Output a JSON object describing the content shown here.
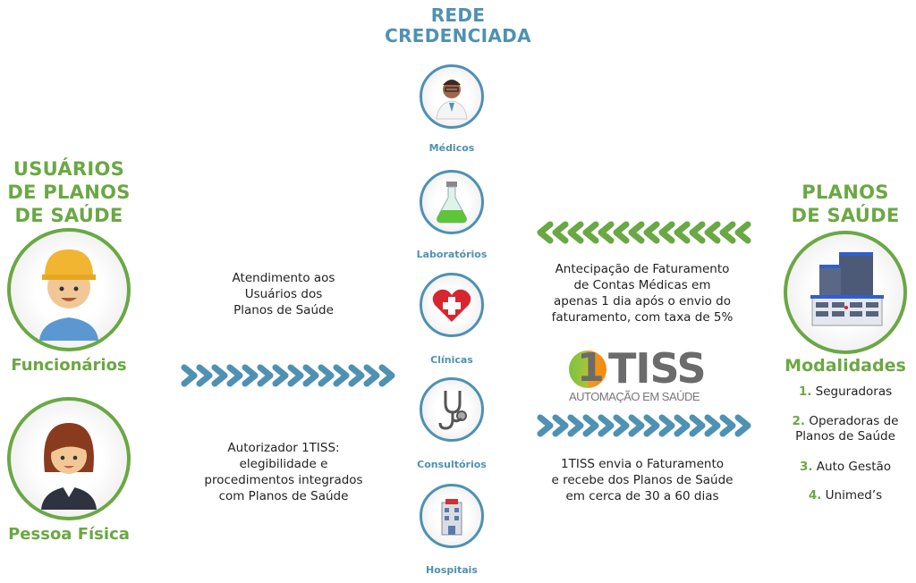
{
  "center": {
    "title_line1": "REDE",
    "title_line2": "CREDENCIADA",
    "items": [
      {
        "label": "Médicos",
        "icon": "doctor-icon"
      },
      {
        "label": "Laboratórios",
        "icon": "flask-icon"
      },
      {
        "label": "Clínicas",
        "icon": "heart-cross-icon"
      },
      {
        "label": "Consultórios",
        "icon": "stethoscope-icon"
      },
      {
        "label": "Hospitais",
        "icon": "hospital-icon"
      }
    ]
  },
  "left": {
    "title_line1": "USUÁRIOS",
    "title_line2": "DE PLANOS",
    "title_line3": "DE SAÚDE",
    "persons": [
      {
        "label": "Funcionários",
        "icon": "worker-icon"
      },
      {
        "label": "Pessoa Física",
        "icon": "woman-icon"
      }
    ],
    "text1": [
      "Atendimento aos",
      "Usuários dos",
      "Planos de Saúde"
    ],
    "text2": [
      "Autorizador 1TISS:",
      "elegibilidade e",
      "procedimentos integrados",
      "com Planos de Saúde"
    ]
  },
  "middle_right": {
    "text1": [
      "Antecipação de Faturamento",
      "de Contas Médicas em",
      "apenas 1 dia após o envio do",
      "faturamento, com taxa de 5%"
    ],
    "logo_text": "TISS",
    "logo_number": "1",
    "logo_tagline": "AUTOMAÇÃO EM SAÚDE",
    "text2": [
      "1TISS envia o Faturamento",
      "e recebe dos Planos de Saúde",
      "em cerca de 30 a 60 dias"
    ]
  },
  "right": {
    "title_line1": "PLANOS",
    "title_line2": "DE SAÚDE",
    "subtitle": "Modalidades",
    "modalities": [
      {
        "num": "1.",
        "line1": "Seguradoras",
        "line2": ""
      },
      {
        "num": "2.",
        "line1": "Operadoras de",
        "line2": "Planos de Saúde"
      },
      {
        "num": "3.",
        "line1": "Auto Gestão",
        "line2": ""
      },
      {
        "num": "4.",
        "line1": "Unimed’s",
        "line2": ""
      }
    ]
  },
  "colors": {
    "green": "#6aa843",
    "blue": "#4f91b3"
  }
}
